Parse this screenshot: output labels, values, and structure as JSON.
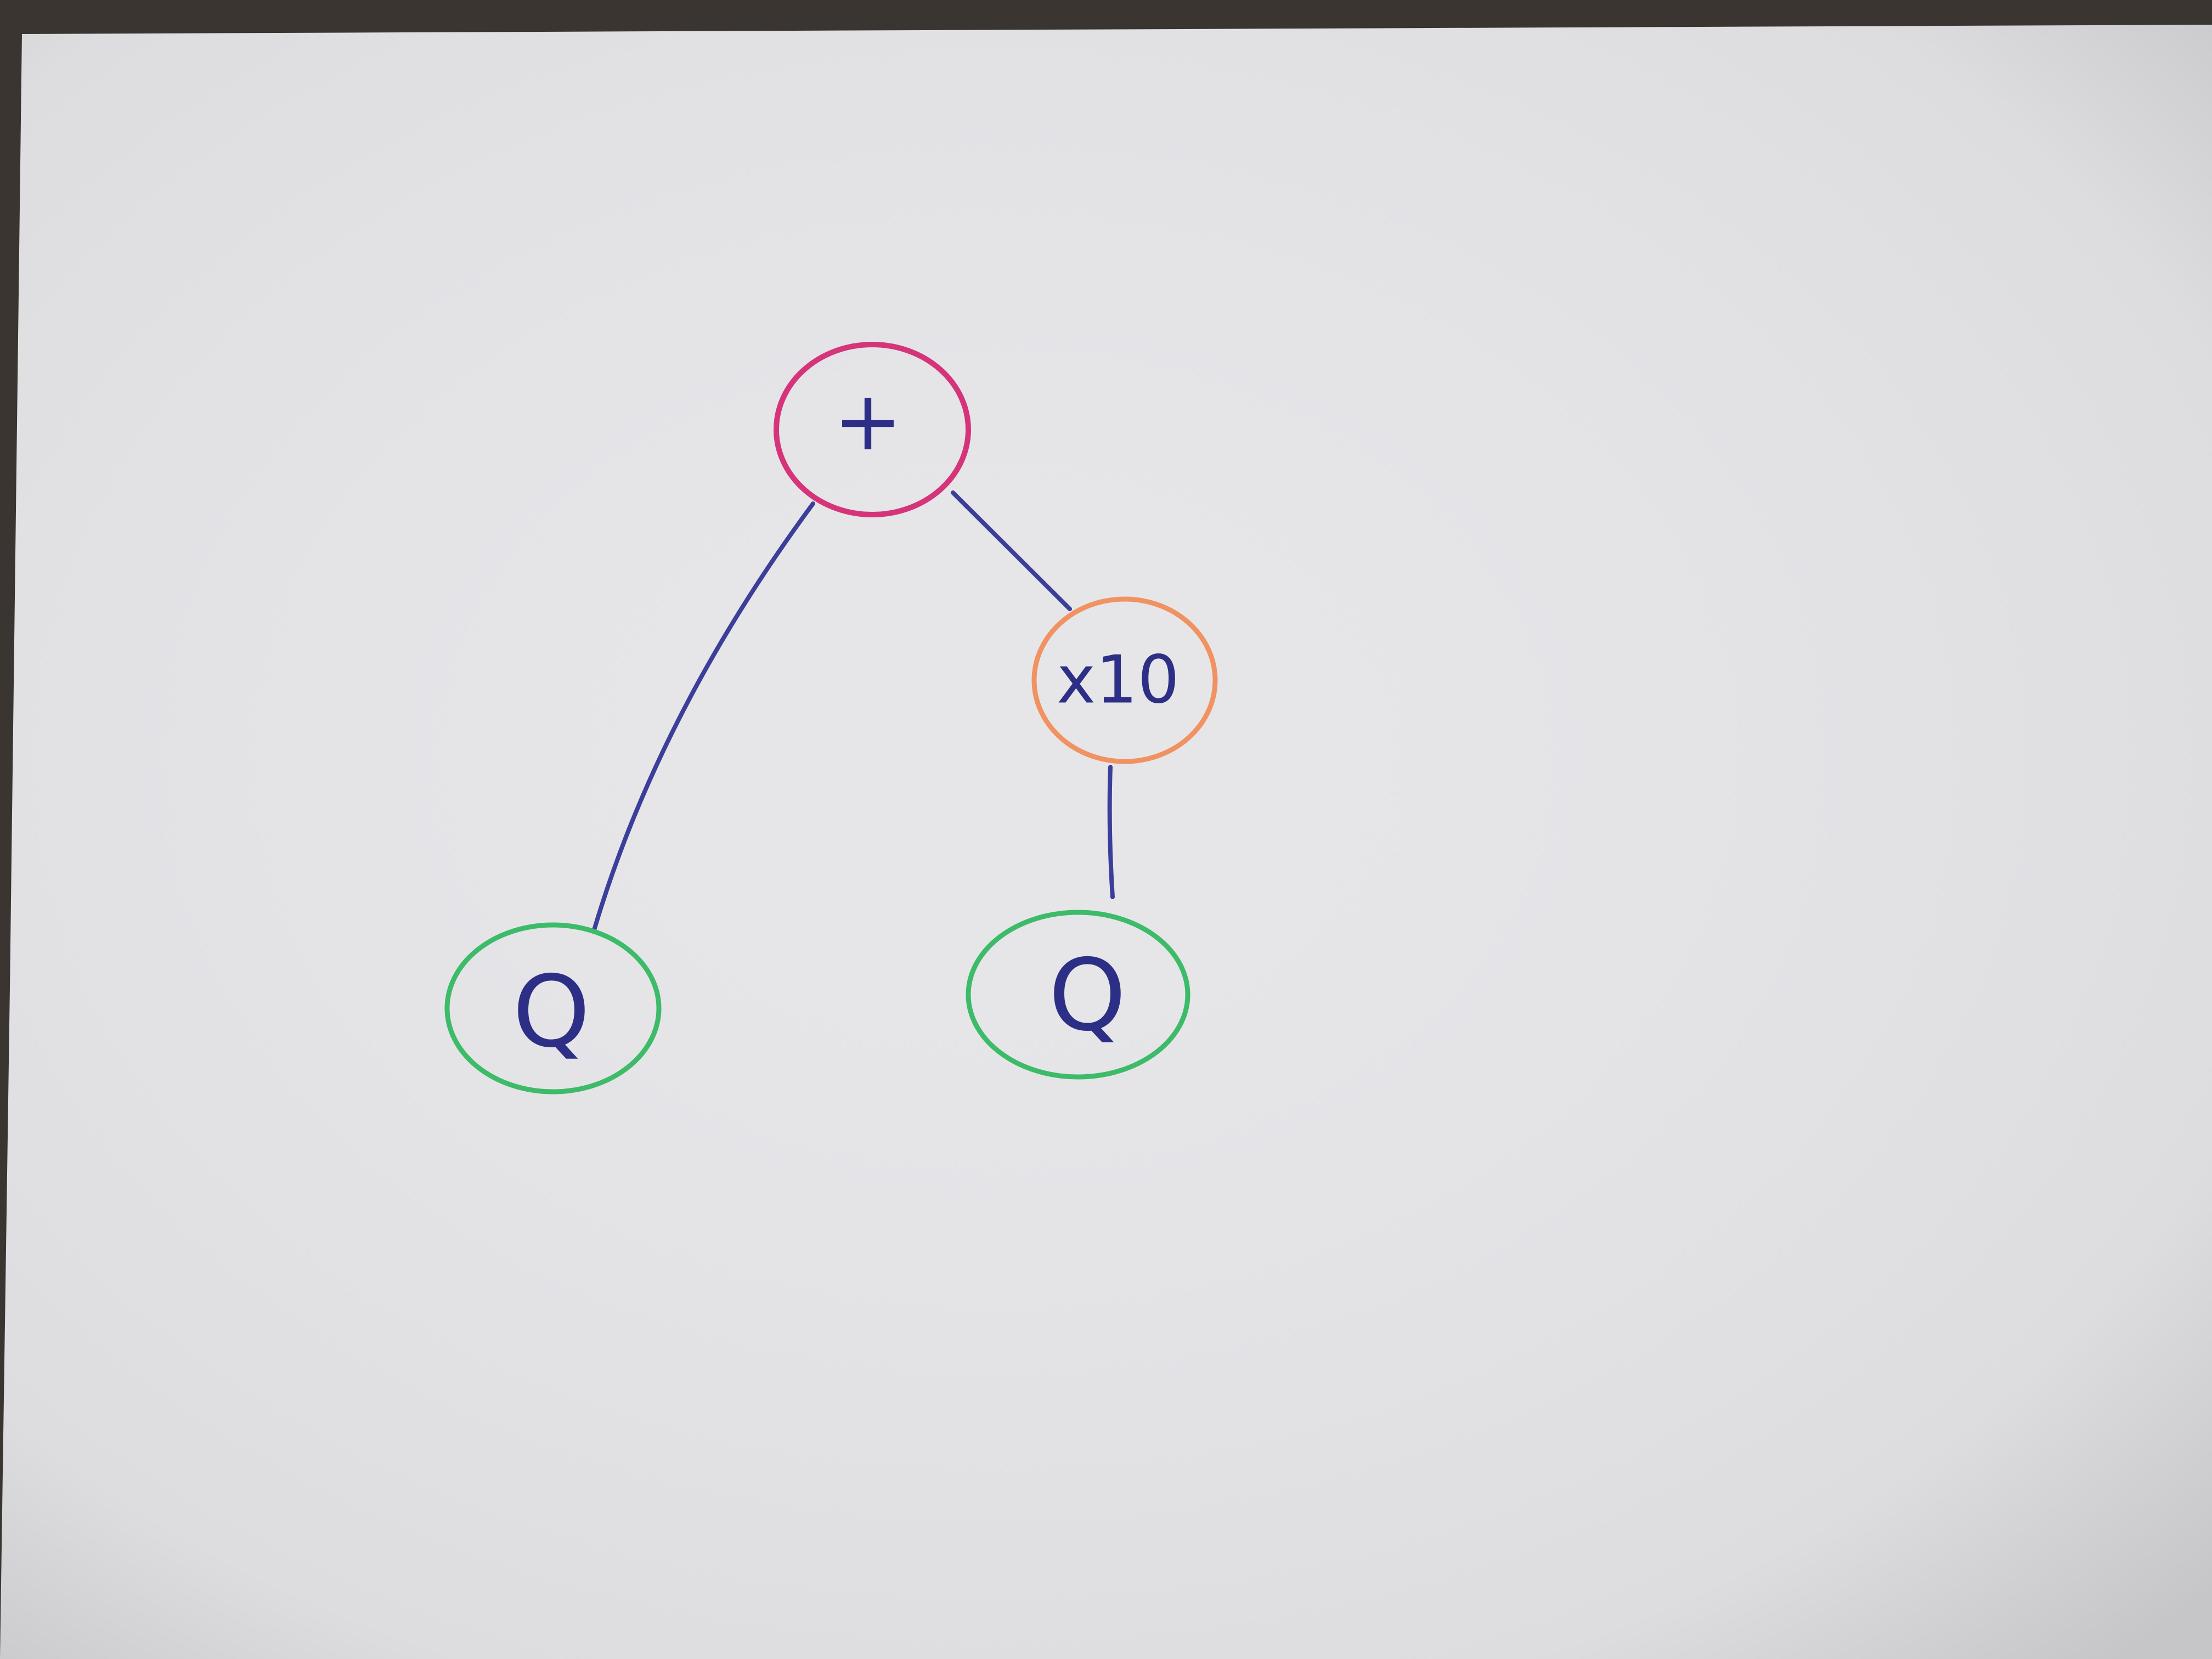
{
  "colors": {
    "paper": "#e6e6e9",
    "background": "#3a3530",
    "ink_edge": "#3b3f9a",
    "ink_text": "#2d2f86",
    "node_root_outline": "#d6347a",
    "node_scale_outline": "#f19262",
    "node_leaf_outline": "#3dbb69"
  },
  "diagram": {
    "nodes": [
      {
        "id": "root",
        "label": "+",
        "outline_color": "#d6347a",
        "shape": "circle"
      },
      {
        "id": "scale",
        "label": "x10",
        "outline_color": "#f19262",
        "shape": "circle"
      },
      {
        "id": "leaf_left",
        "label": "Q",
        "outline_color": "#3dbb69",
        "shape": "ellipse"
      },
      {
        "id": "leaf_right",
        "label": "Q",
        "outline_color": "#3dbb69",
        "shape": "ellipse"
      }
    ],
    "edges": [
      {
        "from": "root",
        "to": "leaf_left"
      },
      {
        "from": "root",
        "to": "scale"
      },
      {
        "from": "scale",
        "to": "leaf_right"
      }
    ]
  }
}
